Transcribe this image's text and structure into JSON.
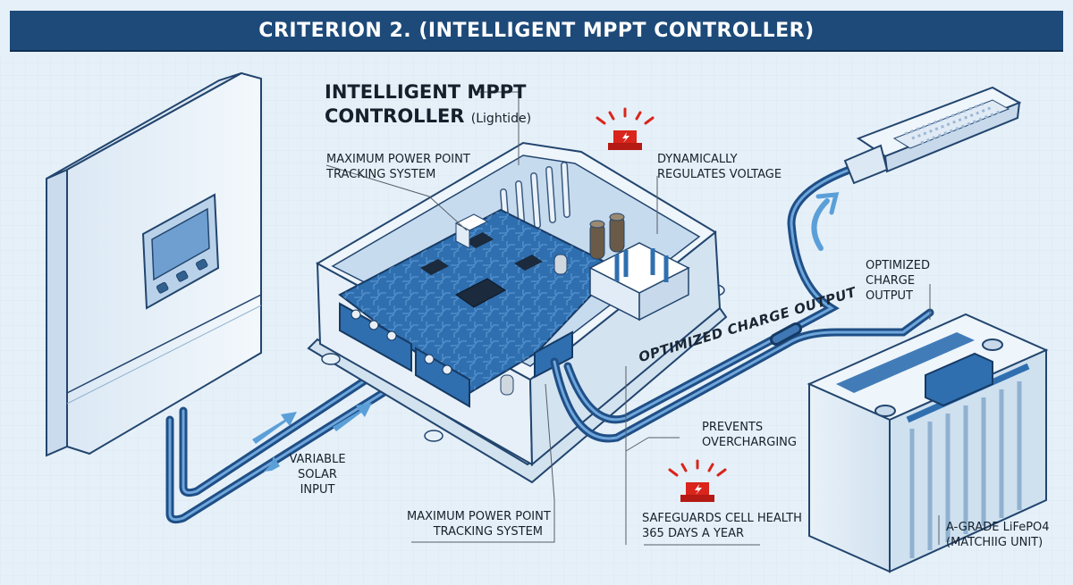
{
  "title": "CRITERION 2. (INTELLIGENT MPPT CONTROLLER)",
  "main_label": {
    "line1": "INTELLIGENT MPPT",
    "line2": "CONTROLLER",
    "brand": "(Lightide)"
  },
  "labels": {
    "mppt_top_line1": "MAXIMUM POWER POINT",
    "mppt_top_line2": "TRACKING SYSTEM",
    "regulates_line1": "DYNAMICALLY",
    "regulates_line2": "REGULATES VOLTAGE",
    "charge_out_line1": "OPTIMIZED",
    "charge_out_line2": "CHARGE",
    "charge_out_line3": "OUTPUT",
    "cable_text": "OPTIMIZED CHARGE OUTPUT",
    "prevents_line1": "PREVENTS",
    "prevents_line2": "OVERCHARGING",
    "solar_line1": "VARIABLE",
    "solar_line2": "SOLAR",
    "solar_line3": "INPUT",
    "mppt_bottom_line1": "MAXIMUM POWER POINT",
    "mppt_bottom_line2": "TRACKING SYSTEM",
    "safeguards_line1": "SAFEGUARDS CELL HEALTH",
    "safeguards_line2": "365 DAYS A YEAR",
    "battery_line1": "A-GRADE LiFePO4",
    "battery_line2": "(MATCHIIG UNIT)"
  },
  "icons": [
    "alarm-beacon-icon",
    "flow-arrow-icon",
    "lightning-icon"
  ],
  "colors": {
    "title_bg": "#1d4a79",
    "background": "#e6f0f8",
    "cable": "#2b5f99",
    "pcb": "#2f6fb0",
    "alert": "#d9251c",
    "arrow": "#5b9fd8"
  }
}
